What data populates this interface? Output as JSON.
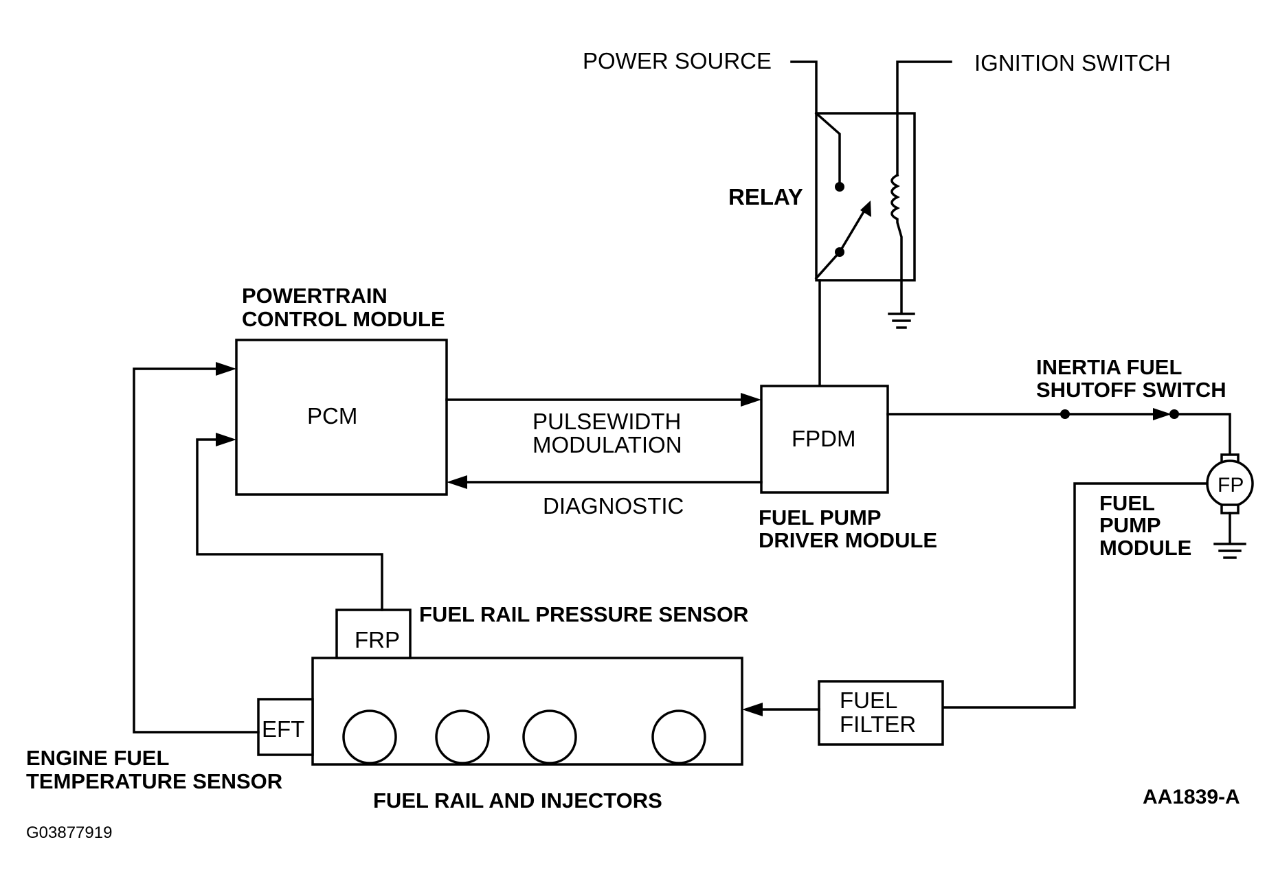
{
  "labels": {
    "power_source": "POWER SOURCE",
    "ignition_switch": "IGNITION SWITCH",
    "relay": "RELAY",
    "pcm_title_line1": "POWERTRAIN",
    "pcm_title_line2": "CONTROL MODULE",
    "pcm": "PCM",
    "pwm_line1": "PULSEWIDTH",
    "pwm_line2": "MODULATION",
    "diagnostic": "DIAGNOSTIC",
    "fpdm": "FPDM",
    "fpdm_title_line1": "FUEL PUMP",
    "fpdm_title_line2": "DRIVER MODULE",
    "inertia_line1": "INERTIA FUEL",
    "inertia_line2": "SHUTOFF SWITCH",
    "fp": "FP",
    "fp_module_line1": "FUEL",
    "fp_module_line2": "PUMP",
    "fp_module_line3": "MODULE",
    "frp": "FRP",
    "frp_title": "FUEL RAIL PRESSURE SENSOR",
    "eft": "EFT",
    "eft_title_line1": "ENGINE FUEL",
    "eft_title_line2": "TEMPERATURE SENSOR",
    "rail_title": "FUEL RAIL AND INJECTORS",
    "filter_line1": "FUEL",
    "filter_line2": "FILTER",
    "figure_code": "AA1839-A",
    "image_code": "G03877919"
  }
}
